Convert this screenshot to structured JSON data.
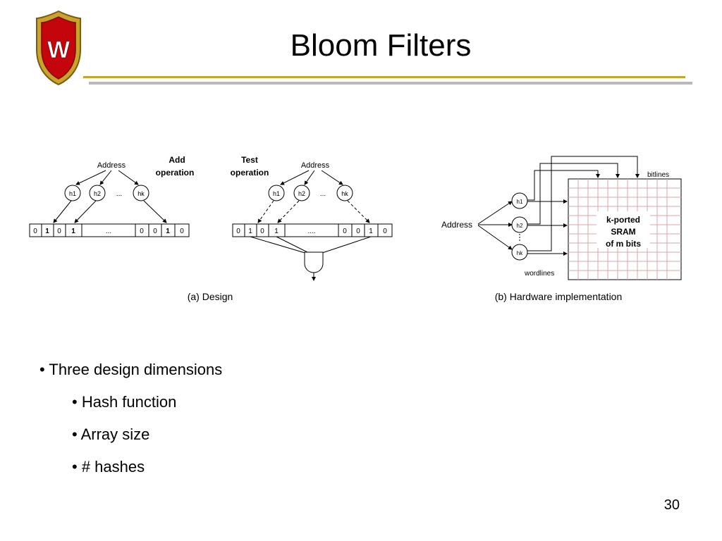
{
  "slide": {
    "title": "Bloom Filters",
    "page_number": "30",
    "bullets": [
      "• Three design dimensions",
      "• Hash function",
      "• Array size",
      "• # hashes"
    ]
  },
  "logo": {
    "letter": "W",
    "colors": {
      "shield": "#c5050c",
      "gold": "#c9a32a"
    }
  },
  "figure": {
    "design": {
      "add_label_line1": "Add",
      "add_label_line2": "operation",
      "test_label_line1": "Test",
      "test_label_line2": "operation",
      "address_label": "Address",
      "hash_labels": [
        "h1",
        "h2",
        "hk"
      ],
      "dots": "...",
      "add_array": [
        "0",
        "1",
        "0",
        "1",
        "...",
        "0",
        "0",
        "1",
        "0"
      ],
      "test_array": [
        "0",
        "1",
        "0",
        "1",
        "....",
        "0",
        "0",
        "1",
        "0"
      ],
      "caption": "(a) Design"
    },
    "hardware": {
      "address_label": "Address",
      "hash_labels": [
        "h1",
        "h2",
        "hk"
      ],
      "bitlines_label": "bitlines",
      "wordlines_label": "wordlines",
      "sram_line1": "k-ported",
      "sram_line2": "SRAM",
      "sram_line3": "of m bits",
      "caption": "(b) Hardware implementation"
    }
  },
  "colors": {
    "gold_rule": "#c9a32a",
    "gray_rule": "#b9b9b9",
    "grid": "#d9a6a6"
  }
}
